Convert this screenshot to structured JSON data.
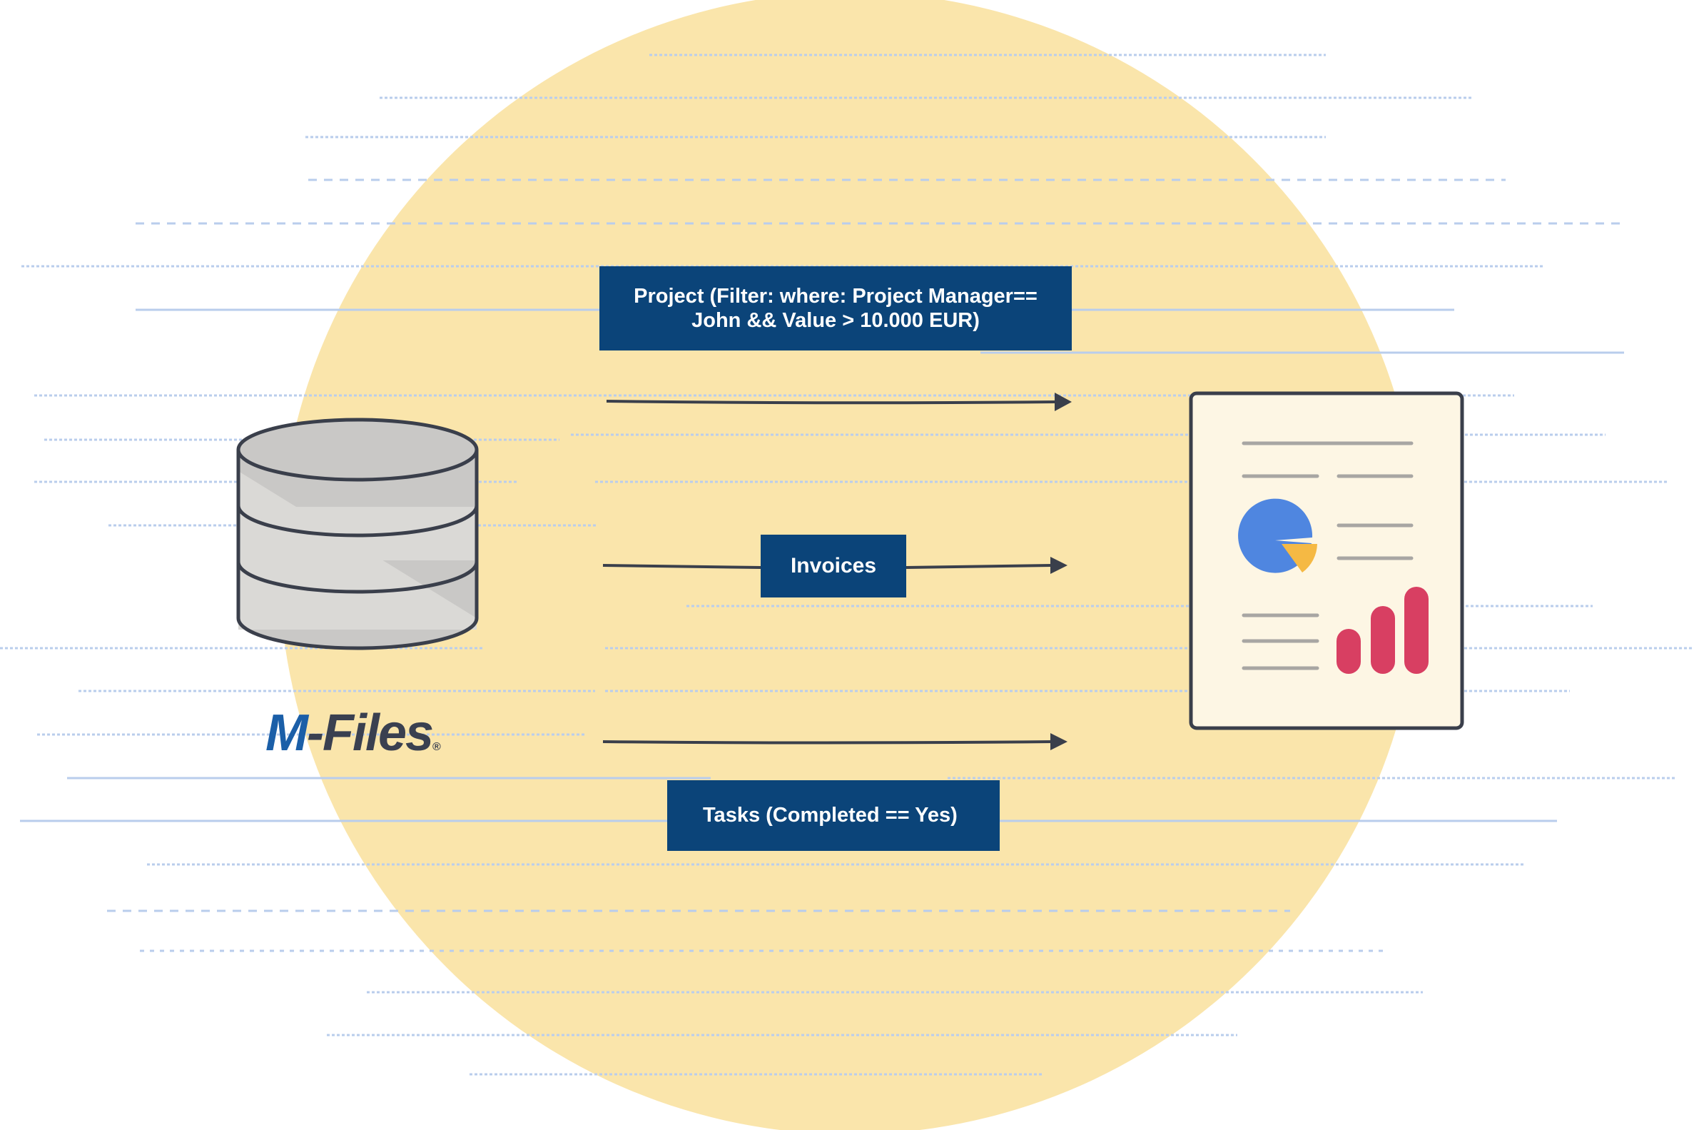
{
  "labels": {
    "project_line1": "Project (Filter: where: Project Manager==",
    "project_line2": "John && Value > 10.000 EUR)",
    "invoices": "Invoices",
    "tasks": "Tasks (Completed == Yes)"
  },
  "logo": {
    "m": "M",
    "rest": "-Files",
    "reg": "®"
  },
  "icons": {
    "source": "database-icon",
    "target": "report-document-icon"
  },
  "colors": {
    "circle": "#fae5ab",
    "label_bg": "#0b4479",
    "label_text": "#ffffff",
    "arrow": "#3a3f4b",
    "stripe": "#b9cdec",
    "pie_main": "#4f86e0",
    "pie_slice": "#f5b944",
    "bars": "#d83f62"
  }
}
